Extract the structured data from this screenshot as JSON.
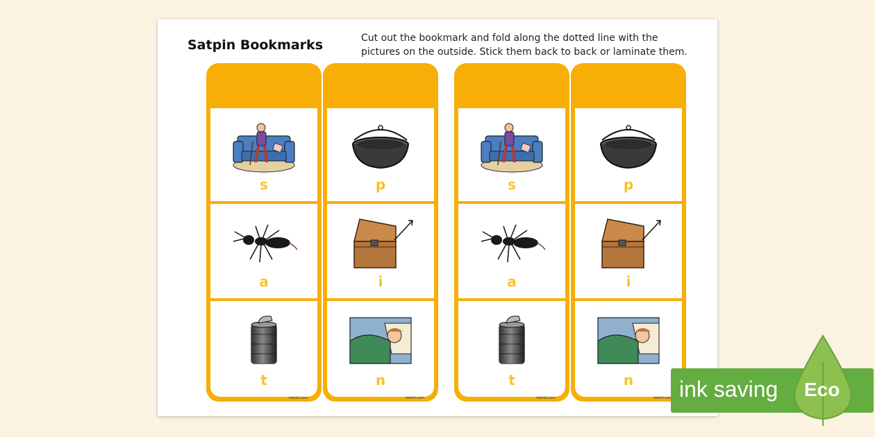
{
  "worksheet": {
    "title": "Satpin Bookmarks",
    "instructions": "Cut out the bookmark and fold along the dotted line with the pictures on the outside. Stick them back to back or laminate them."
  },
  "bookmarks": [
    {
      "cells": [
        {
          "picture": "man-on-sofa-icon",
          "letter": "s"
        },
        {
          "picture": "ant-icon",
          "letter": "a"
        },
        {
          "picture": "tin-can-icon",
          "letter": "t"
        }
      ],
      "footer": "twinkl.com"
    },
    {
      "cells": [
        {
          "picture": "pan-icon",
          "letter": "p"
        },
        {
          "picture": "wooden-chest-icon",
          "letter": "i"
        },
        {
          "picture": "sleeping-person-icon",
          "letter": "n"
        }
      ],
      "footer": "twinkl.com"
    },
    {
      "cells": [
        {
          "picture": "man-on-sofa-icon",
          "letter": "s"
        },
        {
          "picture": "ant-icon",
          "letter": "a"
        },
        {
          "picture": "tin-can-icon",
          "letter": "t"
        }
      ],
      "footer": "twinkl.com"
    },
    {
      "cells": [
        {
          "picture": "pan-icon",
          "letter": "p"
        },
        {
          "picture": "wooden-chest-icon",
          "letter": "i"
        },
        {
          "picture": "sleeping-person-icon",
          "letter": "n"
        }
      ],
      "footer": "twinkl.com"
    }
  ],
  "eco_badge": {
    "text": "ink saving",
    "leaf_label": "Eco"
  },
  "colors": {
    "bookmark_orange": "#f7ae07",
    "letter_yellow": "#f8c230",
    "eco_green": "#64ad40",
    "background": "#fbf2e2"
  }
}
